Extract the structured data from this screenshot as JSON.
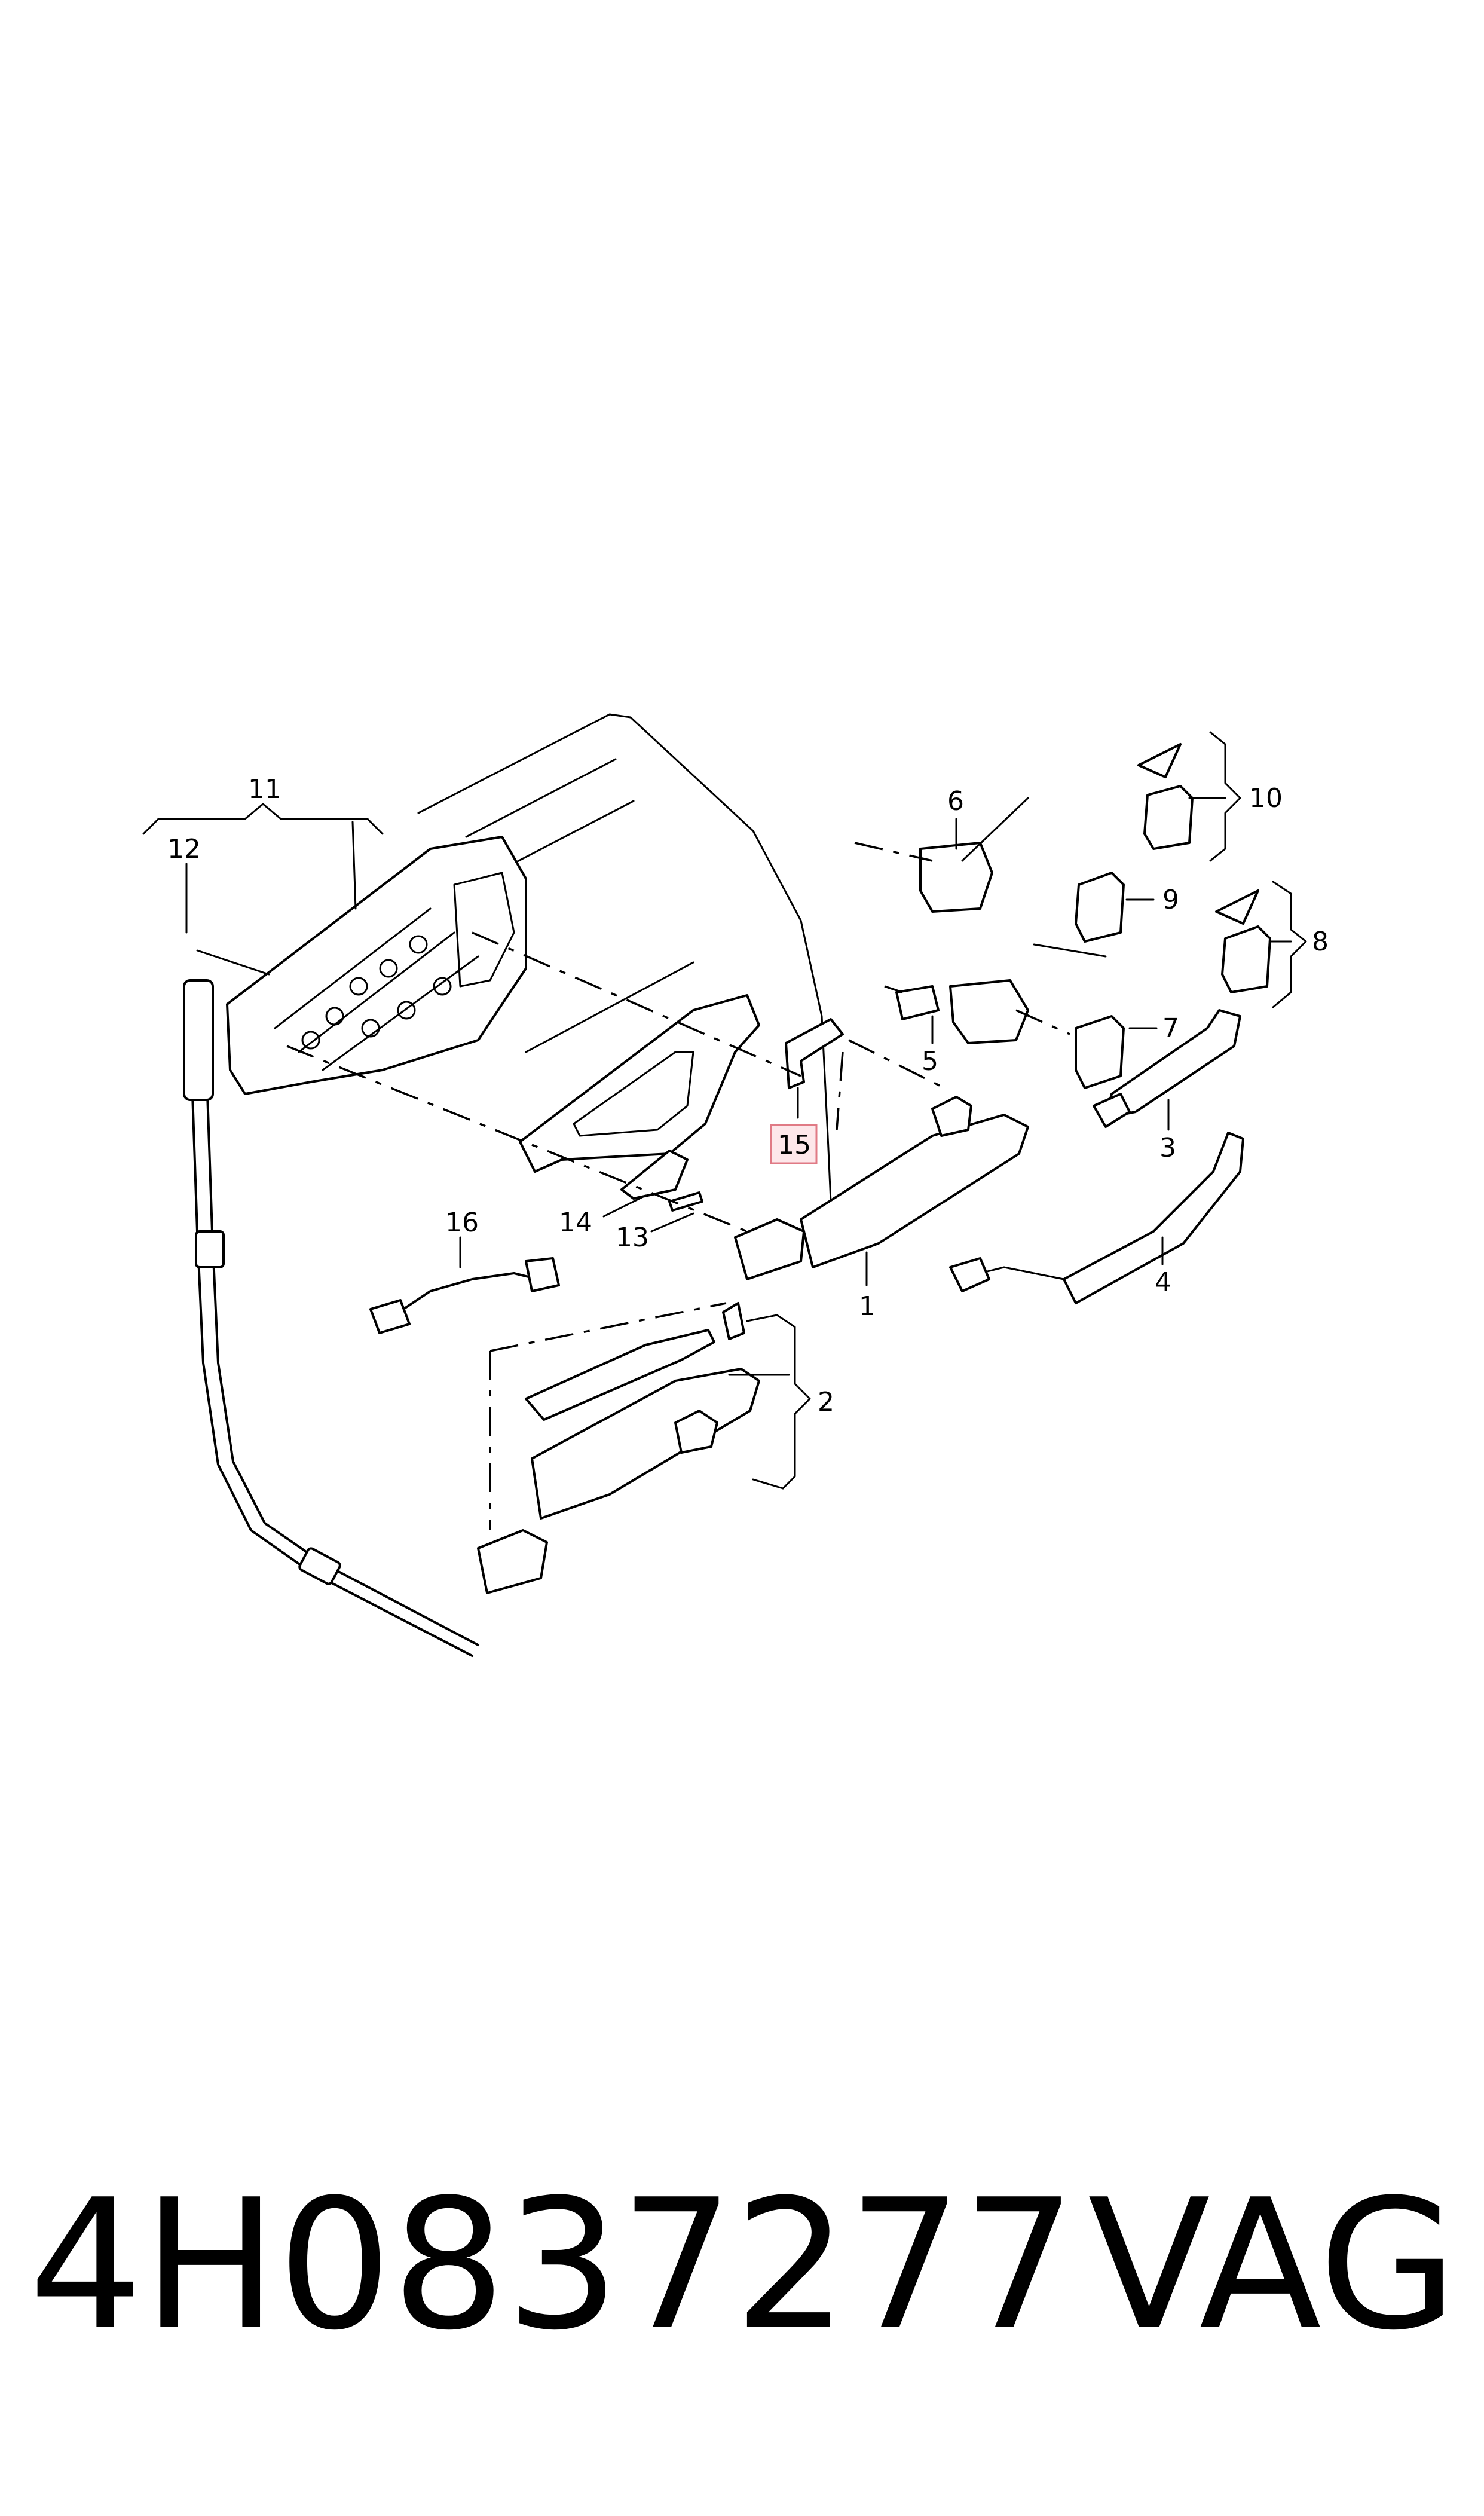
{
  "callouts": {
    "c1": "1",
    "c2": "2",
    "c3": "3",
    "c4": "4",
    "c5": "5",
    "c6": "6",
    "c7": "7",
    "c8": "8",
    "c9": "9",
    "c10": "10",
    "c11": "11",
    "c12": "12",
    "c13": "13",
    "c14": "14",
    "c15": "15",
    "c16": "16"
  },
  "highlighted_callout": "15",
  "highlight_color": "#e07a85",
  "footer": {
    "part_number": "4H0837277",
    "brand": "VAG"
  }
}
